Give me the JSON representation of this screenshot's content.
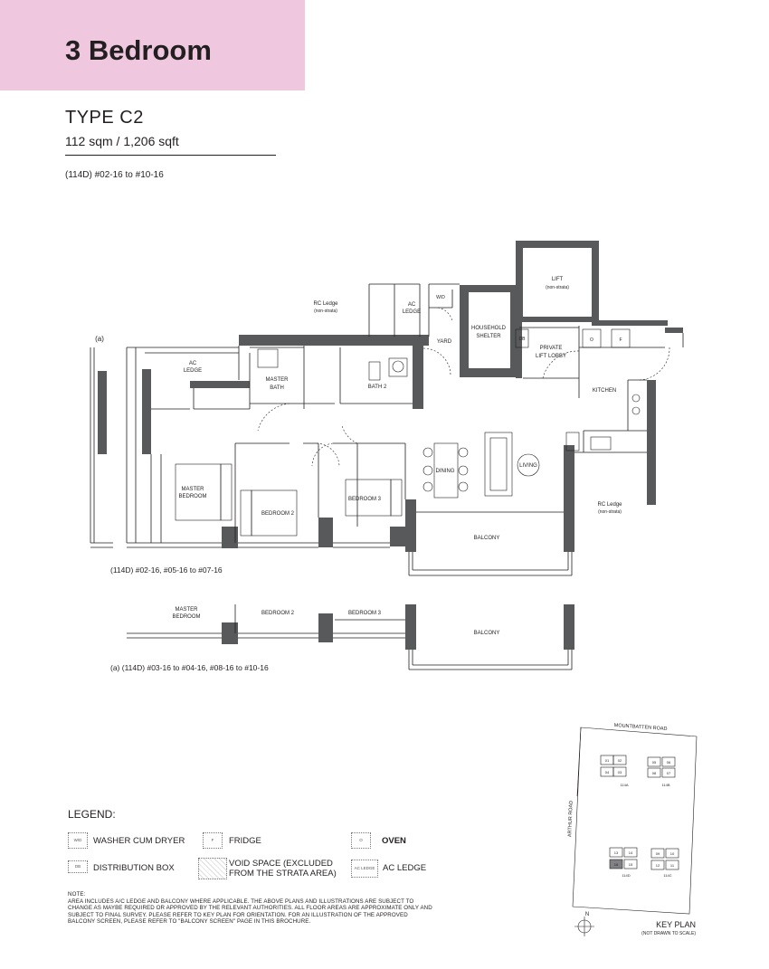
{
  "header": {
    "title": "3 Bedroom"
  },
  "unit": {
    "type": "TYPE C2",
    "area": "112 sqm / 1,206 sqft",
    "units": "(114D) #02-16 to #10-16"
  },
  "plan": {
    "labels": {
      "rc_ledge_top": "RC Ledge",
      "non_strata_top": "(non-strata)",
      "ac": "AC",
      "ledge": "LEDGE",
      "wd": "W/D",
      "household": "HOUSEHOLD",
      "shelter": "SHELTER",
      "lift": "LIFT",
      "lift_non_strata": "(non-strata)",
      "db": "DB",
      "private": "PRIVATE",
      "lift_lobby": "LIFT LOBBY",
      "o": "O",
      "f": "F",
      "yard": "YARD",
      "kitchen": "KITCHEN",
      "ac_ledge_left": "AC",
      "ledge_left": "LEDGE",
      "master": "MASTER",
      "bath": "BATH",
      "bath2": "BATH 2",
      "a_mark": "(a)",
      "master_bedroom_1": "MASTER",
      "master_bedroom_2": "BEDROOM",
      "bedroom2": "BEDROOM 2",
      "bedroom3": "BEDROOM 3",
      "dining": "DINING",
      "living": "LIVING",
      "balcony": "BALCONY",
      "rc_ledge_right": "RC Ledge",
      "non_strata_right": "(non-strata)",
      "caption1": "(114D) #02-16,  #05-16 to #07-16",
      "alt_master_1": "MASTER",
      "alt_master_2": "BEDROOM",
      "alt_bedroom2": "BEDROOM 2",
      "alt_bedroom3": "BEDROOM 3",
      "alt_balcony": "BALCONY",
      "caption2": "(a) (114D) #03-16 to #04-16,  #08-16 to #10-16"
    }
  },
  "keyplan": {
    "road_top": "MOUNTBATTEN ROAD",
    "road_left": "ARTHUR ROAD",
    "block_a_label": "114A",
    "block_b_label": "114B",
    "block_c_label": "114C",
    "block_d_label": "114D",
    "units_a": [
      "01",
      "02",
      "04",
      "03"
    ],
    "units_b": [
      "05",
      "06",
      "08",
      "07"
    ],
    "units_d": [
      "13",
      "14",
      "16",
      "15"
    ],
    "units_c": [
      "09",
      "10",
      "12",
      "11"
    ],
    "compass": "N",
    "title": "KEY PLAN",
    "subtitle": "(NOT DRAWN TO SCALE)",
    "highlight_color": "#808285"
  },
  "legend": {
    "title": "LEGEND:",
    "items": [
      {
        "code": "W/D",
        "label": "WASHER CUM DRYER"
      },
      {
        "code": "F",
        "label": "FRIDGE"
      },
      {
        "code": "O",
        "label": "OVEN"
      },
      {
        "code": "DB",
        "label": "DISTRIBUTION BOX"
      },
      {
        "code": "",
        "label": "VOID SPACE (EXCLUDED FROM THE STRATA AREA)"
      },
      {
        "code": "AC LEDGE",
        "label": "AC LEDGE"
      }
    ]
  },
  "note": {
    "heading": "NOTE:",
    "text": "AREA INCLUDES A/C LEDGE AND BALCONY WHERE APPLICABLE. THE ABOVE PLANS AND ILLUSTRATIONS ARE SUBJECT TO CHANGE AS MAYBE REQUIRED OR APPROVED BY THE RELEVANT AUTHORITIES. ALL FLOOR AREAS ARE APPROXIMATE ONLY AND SUBJECT TO FINAL SURVEY. PLEASE REFER TO KEY PLAN FOR ORIENTATION. FOR AN ILLUSTRATION OF THE APPROVED BALCONY SCREEN, PLEASE REFER TO \"BALCONY SCREEN\" PAGE IN THIS BROCHURE."
  },
  "colors": {
    "header_bg": "#efc8df",
    "wall": "#58595b",
    "text": "#231f20"
  }
}
